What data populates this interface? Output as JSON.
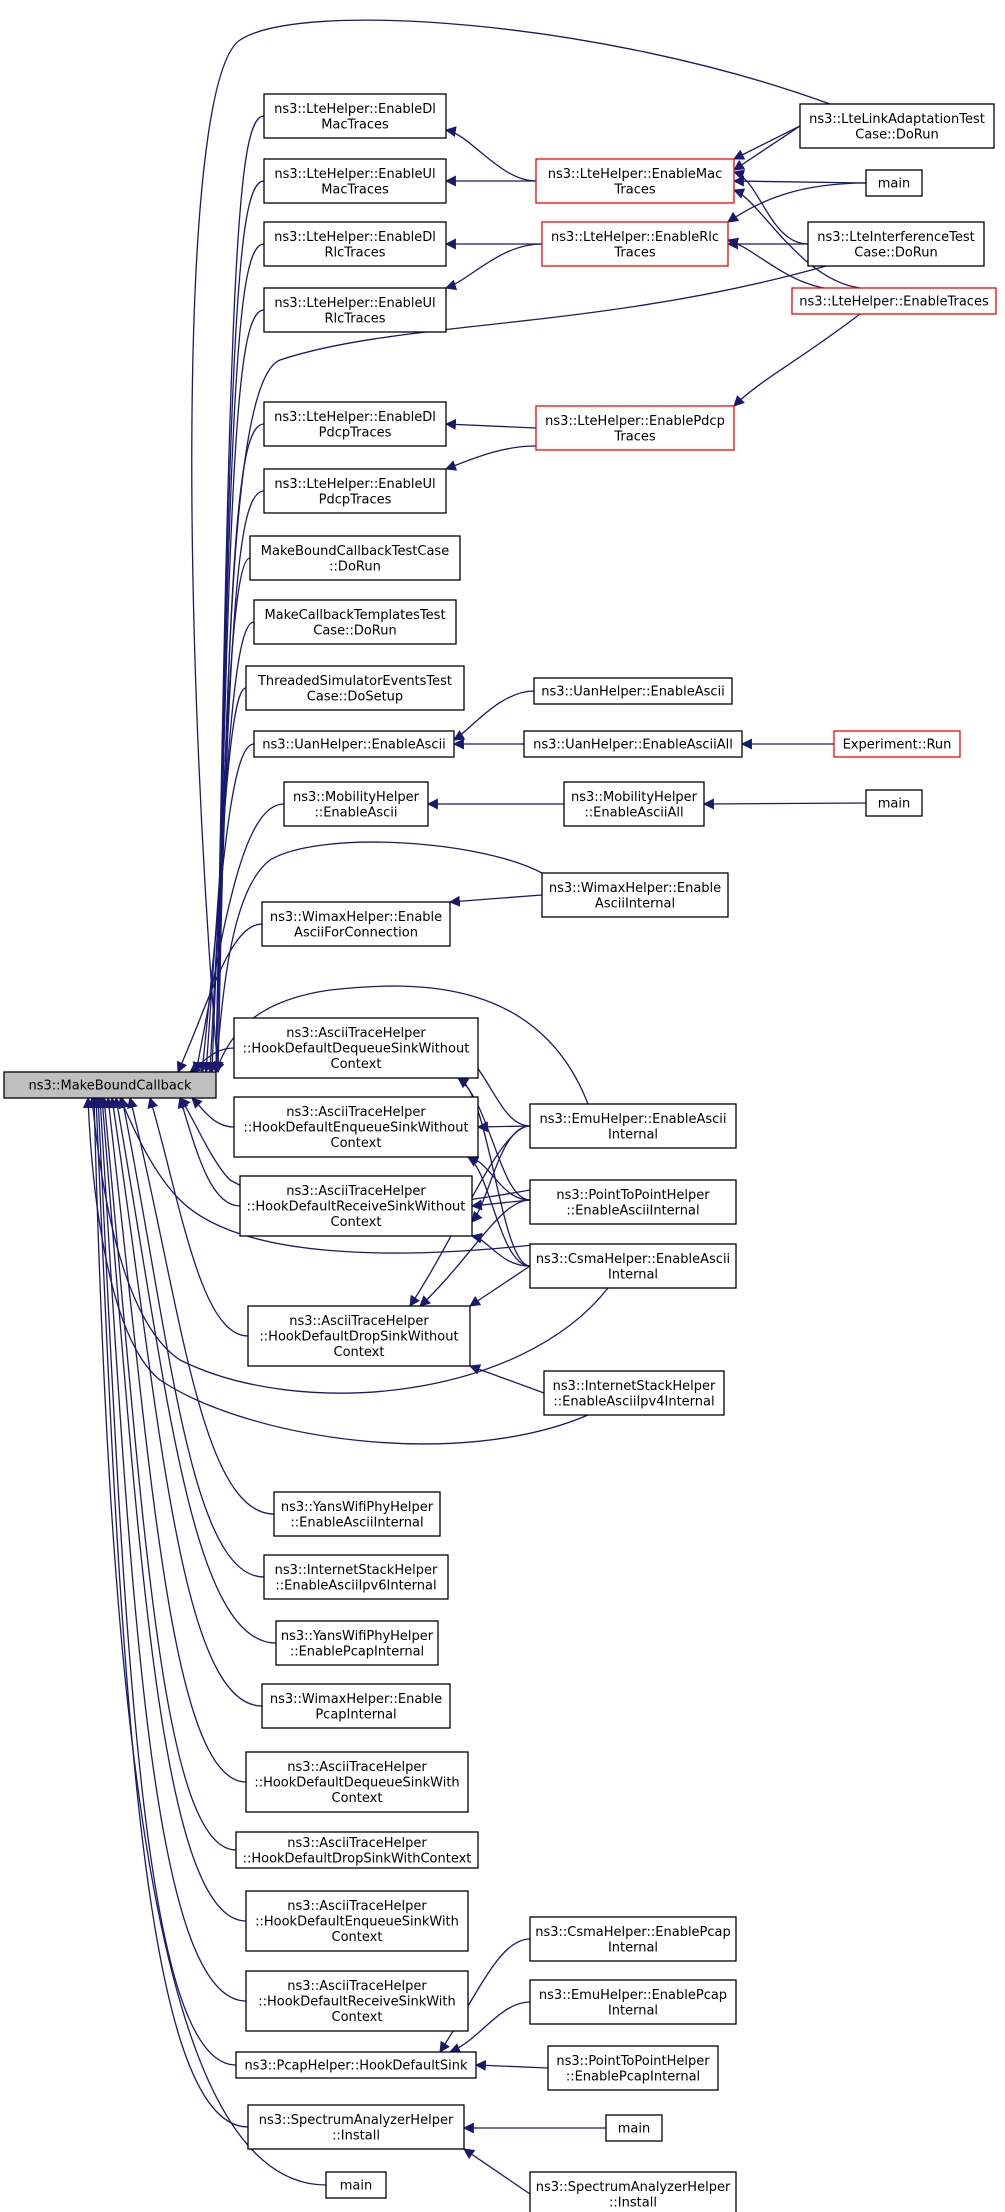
{
  "nodes": {
    "root": [
      "ns3::MakeBoundCallback"
    ],
    "lte_dl_mac": [
      "ns3::LteHelper::EnableDl",
      "MacTraces"
    ],
    "lte_ul_mac": [
      "ns3::LteHelper::EnableUl",
      "MacTraces"
    ],
    "lte_dl_rlc": [
      "ns3::LteHelper::EnableDl",
      "RlcTraces"
    ],
    "lte_ul_rlc": [
      "ns3::LteHelper::EnableUl",
      "RlcTraces"
    ],
    "lte_dl_pdcp": [
      "ns3::LteHelper::EnableDl",
      "PdcpTraces"
    ],
    "lte_ul_pdcp": [
      "ns3::LteHelper::EnableUl",
      "PdcpTraces"
    ],
    "mbc_test": [
      "MakeBoundCallbackTestCase",
      "::DoRun"
    ],
    "mct_test": [
      "MakeCallbackTemplatesTest",
      "Case::DoRun"
    ],
    "tse_test": [
      "ThreadedSimulatorEventsTest",
      "Case::DoSetup"
    ],
    "uan_ascii": [
      "ns3::UanHelper::EnableAscii"
    ],
    "mob_ascii": [
      "ns3::MobilityHelper",
      "::EnableAscii"
    ],
    "wimax_ascii_conn": [
      "ns3::WimaxHelper::Enable",
      "AsciiForConnection"
    ],
    "atr_deq_wo": [
      "ns3::AsciiTraceHelper",
      "::HookDefaultDequeueSinkWithout",
      "Context"
    ],
    "atr_enq_wo": [
      "ns3::AsciiTraceHelper",
      "::HookDefaultEnqueueSinkWithout",
      "Context"
    ],
    "atr_rcv_wo": [
      "ns3::AsciiTraceHelper",
      "::HookDefaultReceiveSinkWithout",
      "Context"
    ],
    "atr_drop_wo": [
      "ns3::AsciiTraceHelper",
      "::HookDefaultDropSinkWithout",
      "Context"
    ],
    "yans_ascii": [
      "ns3::YansWifiPhyHelper",
      "::EnableAsciiInternal"
    ],
    "inet_ipv6": [
      "ns3::InternetStackHelper",
      "::EnableAsciiIpv6Internal"
    ],
    "yans_pcap": [
      "ns3::YansWifiPhyHelper",
      "::EnablePcapInternal"
    ],
    "wimax_pcap": [
      "ns3::WimaxHelper::Enable",
      "PcapInternal"
    ],
    "atr_deq_w": [
      "ns3::AsciiTraceHelper",
      "::HookDefaultDequeueSinkWith",
      "Context"
    ],
    "atr_drop_w": [
      "ns3::AsciiTraceHelper",
      "::HookDefaultDropSinkWithContext"
    ],
    "atr_enq_w": [
      "ns3::AsciiTraceHelper",
      "::HookDefaultEnqueueSinkWith",
      "Context"
    ],
    "atr_rcv_w": [
      "ns3::AsciiTraceHelper",
      "::HookDefaultReceiveSinkWith",
      "Context"
    ],
    "pcap_hook": [
      "ns3::PcapHelper::HookDefaultSink"
    ],
    "spec_install": [
      "ns3::SpectrumAnalyzerHelper",
      "::Install"
    ],
    "main_a": [
      "main"
    ],
    "lte_mac": [
      "ns3::LteHelper::EnableMac",
      "Traces"
    ],
    "lte_rlc": [
      "ns3::LteHelper::EnableRlc",
      "Traces"
    ],
    "lte_pdcp": [
      "ns3::LteHelper::EnablePdcp",
      "Traces"
    ],
    "uan_ascii2": [
      "ns3::UanHelper::EnableAscii"
    ],
    "uan_ascii_all": [
      "ns3::UanHelper::EnableAsciiAll"
    ],
    "mob_ascii_all": [
      "ns3::MobilityHelper",
      "::EnableAsciiAll"
    ],
    "wimax_ascii_int": [
      "ns3::WimaxHelper::Enable",
      "AsciiInternal"
    ],
    "emu_ascii": [
      "ns3::EmuHelper::EnableAscii",
      "Internal"
    ],
    "p2p_ascii": [
      "ns3::PointToPointHelper",
      "::EnableAsciiInternal"
    ],
    "csma_ascii": [
      "ns3::CsmaHelper::EnableAscii",
      "Internal"
    ],
    "inet_ipv4": [
      "ns3::InternetStackHelper",
      "::EnableAsciiIpv4Internal"
    ],
    "csma_pcap": [
      "ns3::CsmaHelper::EnablePcap",
      "Internal"
    ],
    "emu_pcap": [
      "ns3::EmuHelper::EnablePcap",
      "Internal"
    ],
    "p2p_pcap": [
      "ns3::PointToPointHelper",
      "::EnablePcapInternal"
    ],
    "main_b": [
      "main"
    ],
    "spec_install2": [
      "ns3::SpectrumAnalyzerHelper",
      "::Install"
    ],
    "lte_lat": [
      "ns3::LteLinkAdaptationTest",
      "Case::DoRun"
    ],
    "main_c": [
      "main"
    ],
    "lte_itc": [
      "ns3::LteInterferenceTest",
      "Case::DoRun"
    ],
    "lte_traces": [
      "ns3::LteHelper::EnableTraces"
    ],
    "exp_run": [
      "Experiment::Run"
    ],
    "main_d": [
      "main"
    ]
  },
  "red_nodes": [
    "lte_mac",
    "lte_rlc",
    "lte_pdcp",
    "lte_traces",
    "exp_run"
  ],
  "root_node": "root"
}
